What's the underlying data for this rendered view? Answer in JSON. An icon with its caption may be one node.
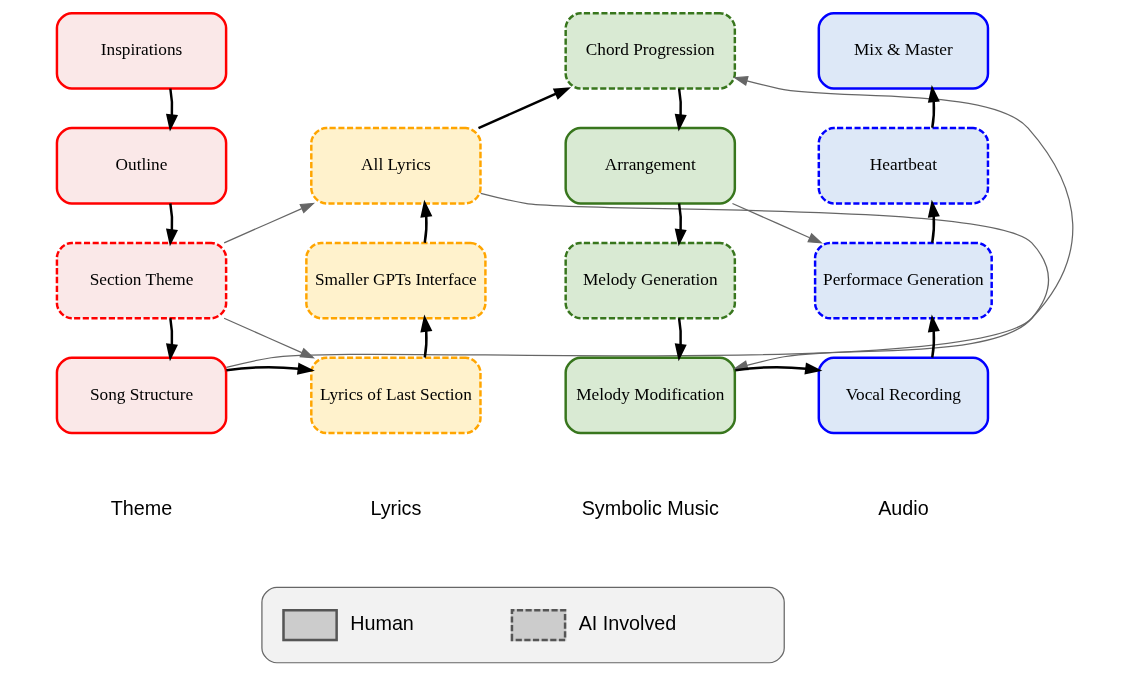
{
  "diagram": {
    "nodes": [
      {
        "text": [
          "Inspirations"
        ]
      },
      {
        "text": [
          "Outline"
        ]
      },
      {
        "text": [
          "Section Theme"
        ]
      },
      {
        "text": [
          "Song Structure"
        ]
      },
      {
        "text": [
          "All Lyrics"
        ]
      },
      {
        "text": [
          "Smaller GPTs Interface"
        ]
      },
      {
        "text": [
          "Lyrics of Last Section"
        ]
      },
      {
        "text": [
          "Chord Progression"
        ]
      },
      {
        "text": [
          "Arrangement"
        ]
      },
      {
        "text": [
          "Melody Generation"
        ]
      },
      {
        "text": [
          "Melody Modification"
        ]
      },
      {
        "text": [
          "Mix & Master"
        ]
      },
      {
        "text": [
          "Heartbeat"
        ]
      },
      {
        "text": [
          "Performace Generation"
        ]
      },
      {
        "text": [
          "Vocal Recording"
        ]
      }
    ],
    "edges": [
      {
        "from": 0,
        "to": 1,
        "arrow": "to"
      },
      {
        "from": 1,
        "to": 2,
        "arrow": "to"
      },
      {
        "from": 2,
        "to": 3,
        "arrow": "to"
      },
      {
        "from": 2,
        "to": 4,
        "arrow": "to",
        "color": "#666666"
      },
      {
        "from": 2,
        "to": 6,
        "arrow": "to",
        "color": "#666666"
      },
      {
        "from": 6,
        "to": 5,
        "arrow": "to"
      },
      {
        "from": 5,
        "to": 4,
        "arrow": "to"
      },
      {
        "from": 4,
        "to": 7,
        "arrow": "to"
      },
      {
        "from": 4,
        "to": 10,
        "arrow": "to",
        "color": "#666666"
      },
      {
        "from": 3,
        "to": 6,
        "arrow": "to"
      },
      {
        "from": 3,
        "to": 7,
        "arrow": "to",
        "color": "#666666"
      },
      {
        "from": 7,
        "to": 8,
        "arrow": "to"
      },
      {
        "from": 8,
        "to": 9,
        "arrow": "to"
      },
      {
        "from": 9,
        "to": 10,
        "arrow": "to"
      },
      {
        "from": 8,
        "to": 13,
        "arrow": "to",
        "color": "#666666"
      },
      {
        "from": 10,
        "to": 14,
        "arrow": "to"
      },
      {
        "from": 14,
        "to": 13,
        "arrow": "to"
      },
      {
        "from": 13,
        "to": 12,
        "arrow": "to"
      },
      {
        "from": 12,
        "to": 11,
        "arrow": "to"
      }
    ],
    "labels": [
      "Theme",
      "Lyrics",
      "Symbolic Music",
      "Audio"
    ],
    "legend": [
      {
        "text": "Human"
      },
      {
        "text": "AI Involved"
      }
    ]
  }
}
